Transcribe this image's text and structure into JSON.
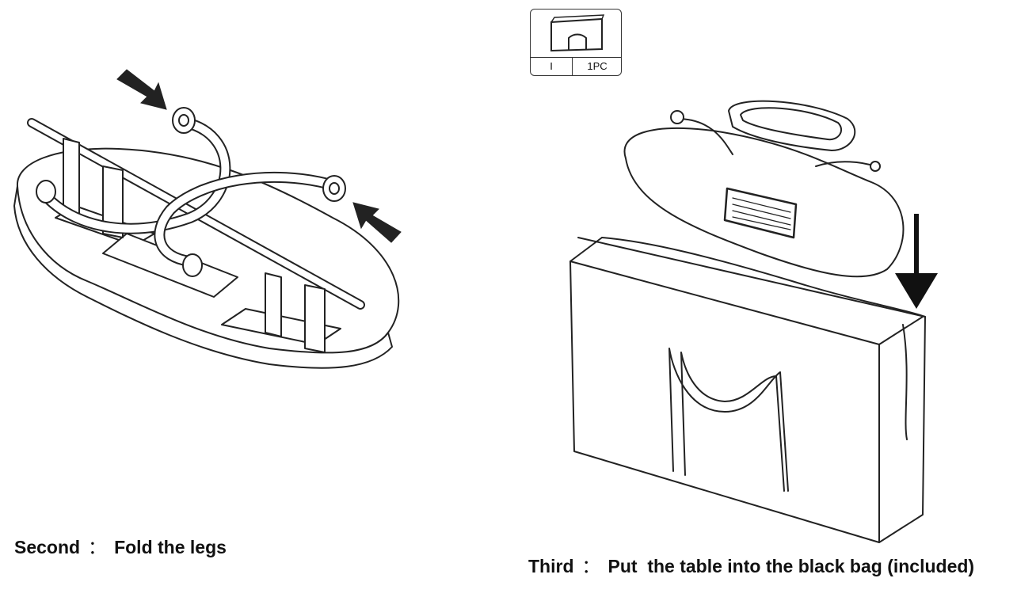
{
  "parts_box": {
    "id": "I",
    "qty": "1PC"
  },
  "steps": [
    {
      "label": "Second",
      "text": "Fold the legs"
    },
    {
      "label": "Third",
      "text": "Put  the table into the black bag (included)"
    }
  ],
  "separator": "："
}
